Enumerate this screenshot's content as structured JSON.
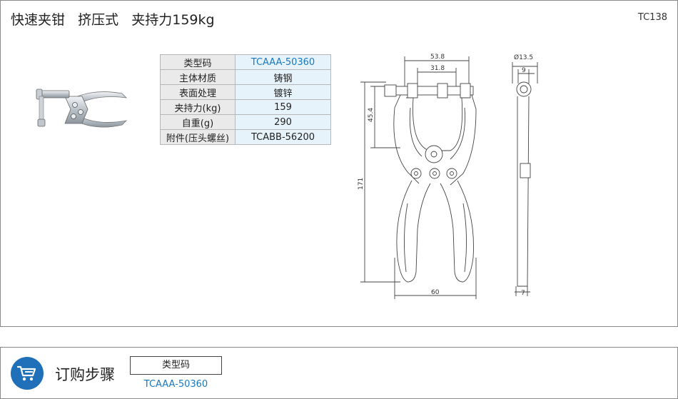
{
  "header": {
    "title": "快速夹钳   挤压式   夹持力159kg",
    "code": "TC138"
  },
  "specs": [
    {
      "label": "类型码",
      "value": "TCAAA-50360"
    },
    {
      "label": "主体材质",
      "value": "铸钢"
    },
    {
      "label": "表面处理",
      "value": "镀锌"
    },
    {
      "label": "夹持力(kg)",
      "value": "159"
    },
    {
      "label": "自重(g)",
      "value": "290"
    },
    {
      "label": "附件(压头螺丝)",
      "value": "TCABB-56200"
    }
  ],
  "drawing": {
    "dims": {
      "d538": "53.8",
      "d318": "31.8",
      "d454": "45.4",
      "d171": "171",
      "d60": "60",
      "dphi": "Ø13.5",
      "d9": "9",
      "d7": "7"
    }
  },
  "order": {
    "title": "订购步骤",
    "type_label": "类型码",
    "type_value": "TCAAA-50360"
  },
  "colors": {
    "accent": "#1f6fb9",
    "link": "#1a78c2",
    "table_key_bg": "#eaeaea",
    "table_value_bg": "#e7f3fb"
  }
}
